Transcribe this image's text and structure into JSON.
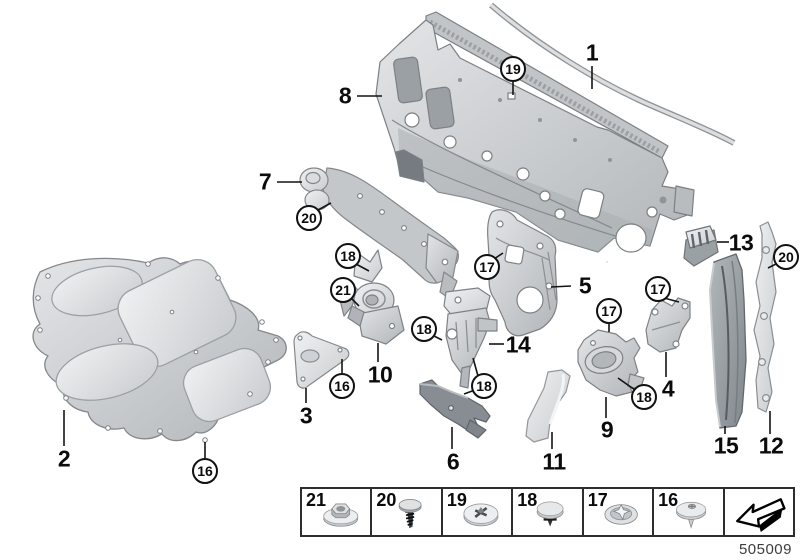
{
  "sheet_code": "505009",
  "colors": {
    "background": "#ffffff",
    "metal_light": "#e6e8ea",
    "metal_mid": "#c3c7ca",
    "metal_dark": "#8e9499",
    "outline": "#7a7f83",
    "label_text": "#0b0b0b"
  },
  "part_labels": [
    {
      "label": "1"
    },
    {
      "label": "2"
    },
    {
      "label": "3"
    },
    {
      "label": "4"
    },
    {
      "label": "5"
    },
    {
      "label": "6"
    },
    {
      "label": "7"
    },
    {
      "label": "8"
    },
    {
      "label": "9"
    },
    {
      "label": "10"
    },
    {
      "label": "11"
    },
    {
      "label": "12"
    },
    {
      "label": "13"
    },
    {
      "label": "14"
    },
    {
      "label": "15"
    }
  ],
  "fastener_callouts": [
    {
      "label": "19"
    },
    {
      "label": "20"
    },
    {
      "label": "18"
    },
    {
      "label": "21"
    },
    {
      "label": "16"
    },
    {
      "label": "16"
    },
    {
      "label": "17"
    },
    {
      "label": "18"
    },
    {
      "label": "18"
    },
    {
      "label": "17"
    },
    {
      "label": "18"
    },
    {
      "label": "17"
    },
    {
      "label": "20"
    }
  ],
  "legend": {
    "items": [
      {
        "label": "21",
        "icon": "hex-nut-fastener-icon"
      },
      {
        "label": "20",
        "icon": "plastic-screw-fastener-icon"
      },
      {
        "label": "19",
        "icon": "phillips-washer-fastener-icon"
      },
      {
        "label": "18",
        "icon": "expanding-rivet-fastener-icon"
      },
      {
        "label": "17",
        "icon": "spring-washer-clip-fastener-icon"
      },
      {
        "label": "16",
        "icon": "sheet-metal-screw-fastener-icon"
      },
      {
        "label": "",
        "icon": "continued-arrow-icon"
      }
    ]
  }
}
